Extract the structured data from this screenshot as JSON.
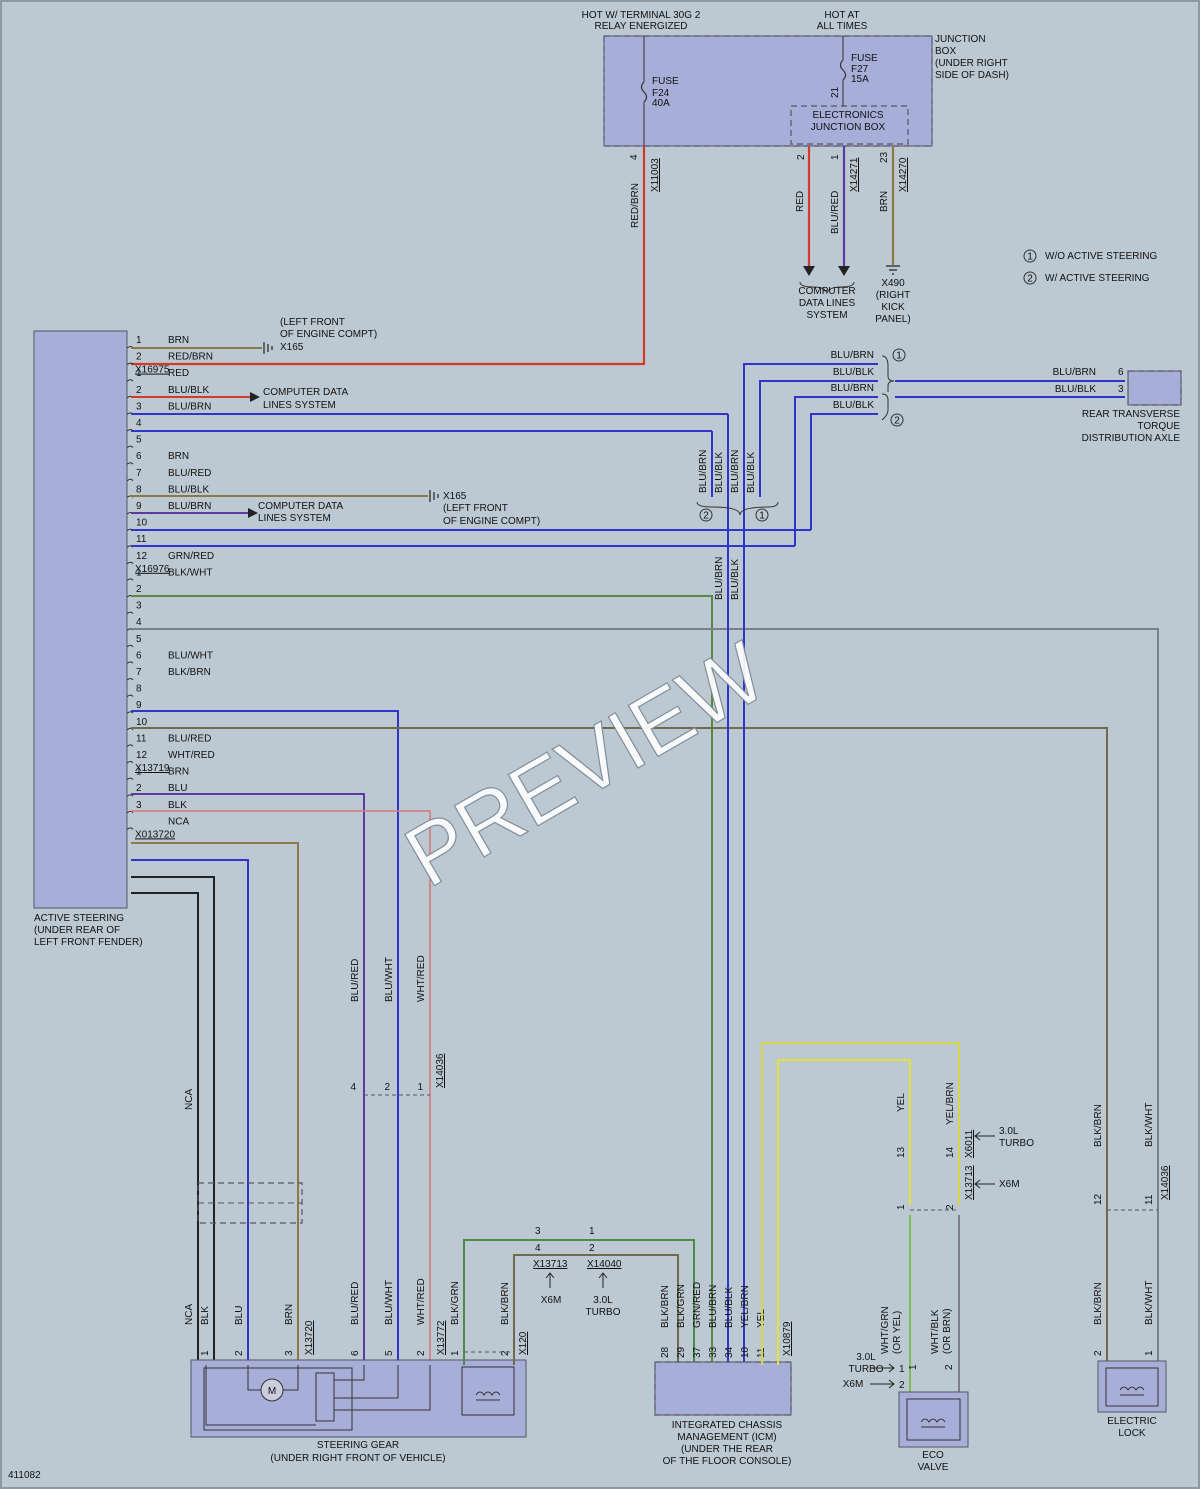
{
  "colors": {
    "background": "#bcc9d3",
    "component": "#a7aed8",
    "wire_red": "#d43a2a",
    "wire_brn": "#8a7a48",
    "wire_blu": "#2e35c8",
    "wire_blk": "#222222",
    "wire_grn": "#4d8a45",
    "wire_yel": "#e4e23a",
    "wire_gray": "#7a8088"
  },
  "figure_id": "411082",
  "watermark": "PREVIEW",
  "top": {
    "hot_30g2": [
      "HOT W/ TERMINAL 30G 2",
      "RELAY ENERGIZED"
    ],
    "hot_all": [
      "HOT AT",
      "ALL TIMES"
    ],
    "fuse_f24": [
      "FUSE",
      "F24",
      "40A"
    ],
    "fuse_f27": [
      "FUSE",
      "F27",
      "15A"
    ],
    "junction_box": [
      "JUNCTION",
      "BOX",
      "(UNDER RIGHT",
      "SIDE OF DASH)"
    ],
    "ejb": [
      "ELECTRONICS",
      "JUNCTION BOX"
    ],
    "pin_4": "4",
    "conn_x11003": "X11003",
    "wire_red_brn": "RED/BRN",
    "pin_21": "21",
    "pin_2": "2",
    "pin_1": "1",
    "conn_x14271": "X14271",
    "pin_23": "23",
    "conn_x14270": "X14270",
    "wire_red": "RED",
    "wire_blu_red": "BLU/RED",
    "wire_brn": "BRN",
    "cdl": [
      "COMPUTER",
      "DATA LINES",
      "SYSTEM"
    ],
    "x490": [
      "X490",
      "(RIGHT",
      "KICK",
      "PANEL)"
    ]
  },
  "legend": [
    {
      "num": "1",
      "text": "W/O ACTIVE STEERING"
    },
    {
      "num": "2",
      "text": "W/ ACTIVE STEERING"
    }
  ],
  "active_steering": {
    "label": [
      "ACTIVE STEERING",
      "(UNDER REAR OF",
      "LEFT FRONT FENDER)"
    ],
    "connectors": [
      {
        "id": "X16975",
        "pins": [
          {
            "n": "1",
            "wire": "BRN"
          },
          {
            "n": "2",
            "wire": "RED/BRN"
          }
        ]
      },
      {
        "id": "X16976",
        "pins": [
          {
            "n": "1",
            "wire": "RED"
          },
          {
            "n": "2",
            "wire": "BLU/BLK"
          },
          {
            "n": "3",
            "wire": "BLU/BRN"
          },
          {
            "n": "4",
            "wire": ""
          },
          {
            "n": "5",
            "wire": ""
          },
          {
            "n": "6",
            "wire": "BRN"
          },
          {
            "n": "7",
            "wire": "BLU/RED"
          },
          {
            "n": "8",
            "wire": "BLU/BLK"
          },
          {
            "n": "9",
            "wire": "BLU/BRN"
          },
          {
            "n": "10",
            "wire": ""
          },
          {
            "n": "11",
            "wire": ""
          },
          {
            "n": "12",
            "wire": "GRN/RED"
          }
        ]
      },
      {
        "id": "X13719",
        "pins": [
          {
            "n": "1",
            "wire": "BLK/WHT"
          },
          {
            "n": "2",
            "wire": ""
          },
          {
            "n": "3",
            "wire": ""
          },
          {
            "n": "4",
            "wire": ""
          },
          {
            "n": "5",
            "wire": ""
          },
          {
            "n": "6",
            "wire": "BLU/WHT"
          },
          {
            "n": "7",
            "wire": "BLK/BRN"
          },
          {
            "n": "8",
            "wire": ""
          },
          {
            "n": "9",
            "wire": ""
          },
          {
            "n": "10",
            "wire": ""
          },
          {
            "n": "11",
            "wire": "BLU/RED"
          },
          {
            "n": "12",
            "wire": "WHT/RED"
          }
        ]
      },
      {
        "id": "X013720",
        "pins": [
          {
            "n": "1",
            "wire": "BRN"
          },
          {
            "n": "2",
            "wire": "BLU"
          },
          {
            "n": "3",
            "wire": "BLK"
          },
          {
            "n": "",
            "wire": "NCA"
          }
        ]
      }
    ]
  },
  "left_notes": {
    "x165_top": [
      "(LEFT FRONT",
      "OF ENGINE COMPT)",
      "X165"
    ],
    "cdl_1": [
      "COMPUTER DATA",
      "LINES SYSTEM"
    ],
    "cdl_2": [
      "COMPUTER DATA",
      "LINES SYSTEM"
    ],
    "x165_mid": [
      "X165",
      "(LEFT FRONT",
      "OF ENGINE COMPT)"
    ]
  },
  "axle": {
    "label": [
      "REAR TRANSVERSE",
      "TORQUE",
      "DISTRIBUTION AXLE"
    ],
    "w1": "BLU/BRN",
    "p1": "6",
    "w2": "BLU/BLK",
    "p2": "3",
    "splice_labels": [
      "BLU/BRN",
      "BLU/BLK",
      "BLU/BRN",
      "BLU/BLK"
    ],
    "vert_labels": [
      "BLU/BRN",
      "BLU/BLK",
      "BLU/BRN",
      "BLU/BLK"
    ],
    "down_labels": [
      "BLU/BRN",
      "BLU/BLK"
    ]
  },
  "steering_gear": {
    "label": [
      "STEERING GEAR",
      "(UNDER RIGHT FRONT OF VEHICLE)"
    ],
    "motor": "M",
    "wires_left": [
      "NCA",
      "BLK",
      "BLU",
      "BRN"
    ],
    "nca_upper": "NCA",
    "pins_left": [
      "1",
      "2",
      "3"
    ],
    "conn_x13720": "X13720",
    "wires_mid": [
      "BLU/RED",
      "BLU/WHT",
      "WHT/RED"
    ],
    "upper_mid": [
      "BLU/RED",
      "BLU/WHT",
      "WHT/RED"
    ],
    "upper_pins": [
      "4",
      "2",
      "1"
    ],
    "conn_x14036": "X14036",
    "pins_mid": [
      "6",
      "5",
      "2"
    ],
    "conn_x13772": "X13772",
    "wires_valve": [
      "BLK/GRN",
      "BLK/BRN"
    ],
    "pins_valve": [
      "1",
      "2"
    ],
    "conn_x120": "X120"
  },
  "splice_mid": {
    "left_pins": [
      "3",
      "4"
    ],
    "right_pins": [
      "1",
      "2"
    ],
    "conn_a": "X13713",
    "conn_b": "X14040",
    "label_a": "X6M",
    "label_b": [
      "3.0L",
      "TURBO"
    ]
  },
  "icm": {
    "label": [
      "INTEGRATED CHASSIS",
      "MANAGEMENT (ICM)",
      "(UNDER THE REAR",
      "OF THE FLOOR CONSOLE)"
    ],
    "wires": [
      "BLK/BRN",
      "BLK/GRN",
      "GRN/RED",
      "BLU/BRN",
      "BLU/BLK",
      "YEL/BRN",
      "YEL"
    ],
    "pins": [
      "28",
      "29",
      "37",
      "33",
      "34",
      "10",
      "11"
    ],
    "conn": "X10879"
  },
  "eco": {
    "label": [
      "ECO",
      "VALVE"
    ],
    "w_yel": "YEL",
    "w_yelbrn": "YEL/BRN",
    "p13": "13",
    "p14": "14",
    "conn_x6011": "X6011",
    "turbo": [
      "3.0L",
      "TURBO"
    ],
    "p1": "1",
    "p2": "2",
    "conn_x13713": "X13713",
    "x6m": "X6M",
    "w_whtgrn": [
      "WHT/GRN",
      "(OR YEL)"
    ],
    "w_whtblk": [
      "WHT/BLK",
      "(OR BRN)"
    ],
    "lower_turbo": [
      "3.0L",
      "TURBO"
    ],
    "lower_x6m": "X6M",
    "bot_pins": [
      "1",
      "2"
    ],
    "bot_left": [
      "1",
      "2"
    ]
  },
  "lock": {
    "label": [
      "ELECTRIC",
      "LOCK"
    ],
    "w_blkbrn": "BLK/BRN",
    "w_blkwht": "BLK/WHT",
    "p12": "12",
    "p11": "11",
    "conn_x14036": "X14036",
    "bot_pins": [
      "2",
      "1"
    ]
  }
}
